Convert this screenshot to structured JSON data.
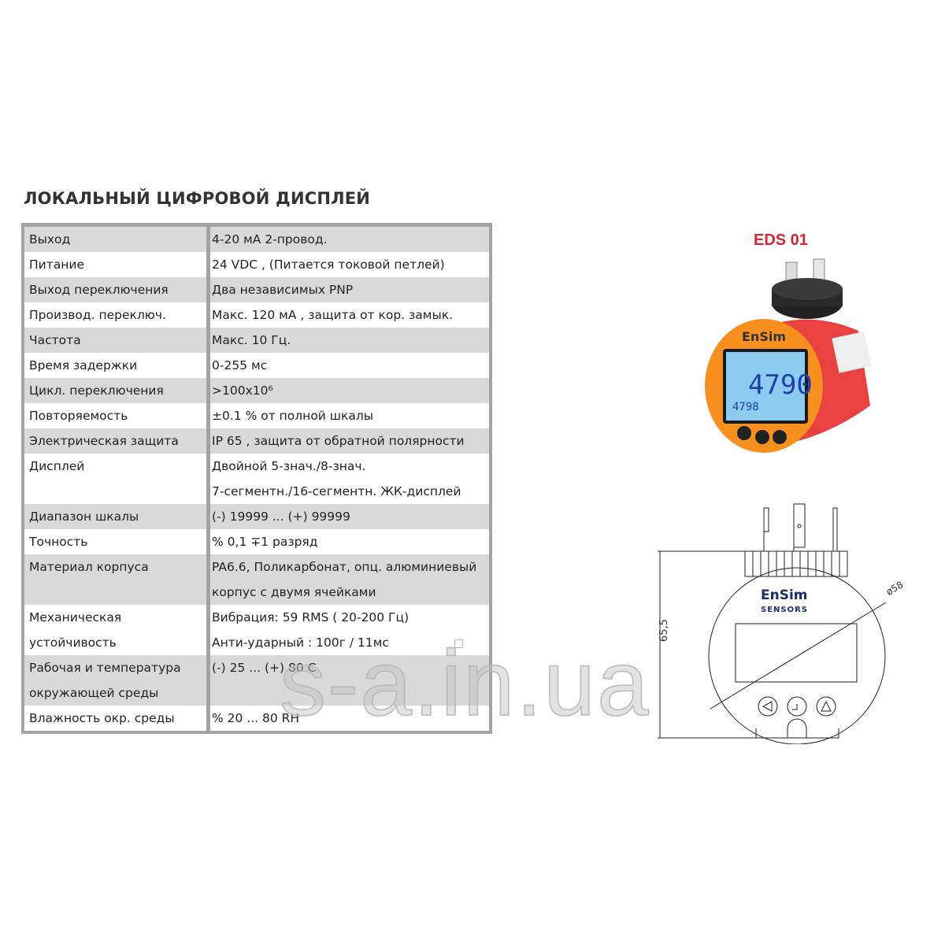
{
  "title": "ЛОКАЛЬНЫЙ ЦИФРОВОЙ ДИСПЛЕЙ",
  "specs": [
    {
      "label": [
        "Выход"
      ],
      "value": [
        "4-20 мА 2-провод."
      ]
    },
    {
      "label": [
        "Питание"
      ],
      "value": [
        "24 VDC , (Питается токовой петлей)"
      ]
    },
    {
      "label": [
        "Выход переключения"
      ],
      "value": [
        "Два независимых PNP"
      ]
    },
    {
      "label": [
        "Производ. переключ."
      ],
      "value": [
        "Макс. 120 мА , защита от кор. замык."
      ]
    },
    {
      "label": [
        "Частота"
      ],
      "value": [
        "Макс. 10 Гц."
      ]
    },
    {
      "label": [
        "Время задержки"
      ],
      "value": [
        "0-255 мс"
      ]
    },
    {
      "label": [
        "Цикл. переключения"
      ],
      "value": [
        ">100x10⁶"
      ]
    },
    {
      "label": [
        "Повторяемость"
      ],
      "value": [
        " ±0.1 % от полной шкалы"
      ]
    },
    {
      "label": [
        "Электрическая защита"
      ],
      "value": [
        "IP 65 , защита от обратной полярности"
      ]
    },
    {
      "label": [
        "Дисплей"
      ],
      "value": [
        "Двойной 5-знач./8-знач.",
        "7-сегментн./16-сегментн. ЖК-дисплей"
      ]
    },
    {
      "label": [
        "Диапазон шкалы"
      ],
      "value": [
        "(-) 19999 ... (+) 99999"
      ]
    },
    {
      "label": [
        "Точность"
      ],
      "value": [
        "% 0,1 ∓1 разряд"
      ]
    },
    {
      "label": [
        "Материал корпуса"
      ],
      "value": [
        "PA6.6, Поликарбонат, опц. алюминиевый",
        "корпус с двумя ячейками"
      ]
    },
    {
      "label": [
        "Механическая",
        "устойчивость"
      ],
      "value": [
        "Вибрация: 59 RMS ( 20-200 Гц)",
        "Анти-ударный : 100г / 11мс"
      ]
    },
    {
      "label": [
        "Рабочая и температура",
        "окружающей среды"
      ],
      "value": [
        "(-) 25 ... (+) 80 C"
      ]
    },
    {
      "label": [
        "Влажность окр. среды"
      ],
      "value": [
        "% 20 ... 80 RH"
      ]
    }
  ],
  "product": {
    "model": "EDS 01",
    "display_main": "4790",
    "display_sub": "4798",
    "brand": "EnSim",
    "brand_sub": "SENSORS"
  },
  "drawing": {
    "height_dim": "65,5",
    "diameter_dim": "ø58"
  },
  "watermark": "s-a.in.ua",
  "colors": {
    "row_gray": "#d9d9d9",
    "border": "#a3a3a3",
    "model_red": "#d8262e",
    "housing_orange": "#f7901e",
    "housing_red": "#e8413f",
    "lcd": "#8ecbf0"
  }
}
